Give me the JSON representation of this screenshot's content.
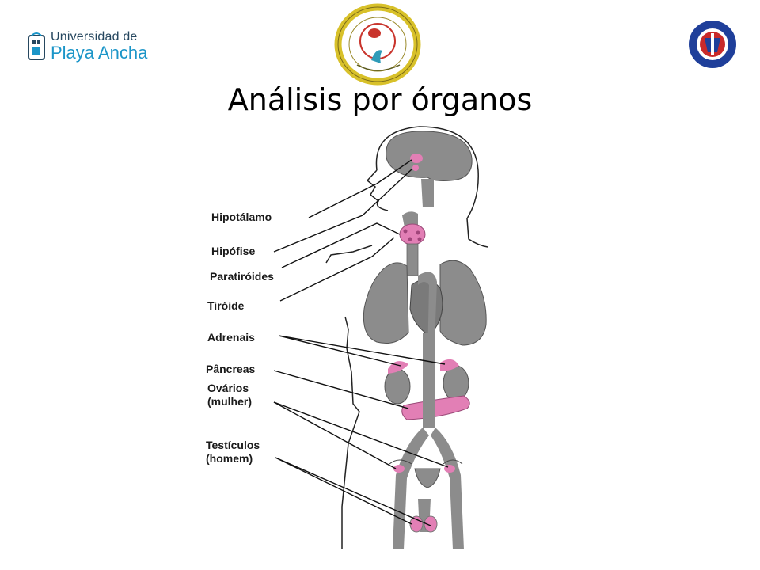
{
  "header": {
    "logo_line1": "Universidad de",
    "logo_line2": "Playa Ancha",
    "title": "Análisis por órganos"
  },
  "seal": {
    "icon": "university-seal-icon",
    "ring_color": "#d8c12a"
  },
  "badge": {
    "icon": "follow-reason-badge-icon",
    "color": "#1f3f9a"
  },
  "diagram": {
    "organ_color": "#e27fb5",
    "body_color": "#8c8c8c",
    "labels": [
      {
        "id": "hipotalamo",
        "text": "Hipotálamo"
      },
      {
        "id": "hipofise",
        "text": "Hipófise"
      },
      {
        "id": "paratiroides",
        "text": "Paratiróides"
      },
      {
        "id": "tiroide",
        "text": "Tiróide"
      },
      {
        "id": "adrenais",
        "text": "Adrenais"
      },
      {
        "id": "pancreas",
        "text": "Pâncreas"
      },
      {
        "id": "ovarios",
        "line1": "Ovários",
        "line2": "(mulher)"
      },
      {
        "id": "testiculos",
        "line1": "Testículos",
        "line2": "(homem)"
      }
    ]
  }
}
